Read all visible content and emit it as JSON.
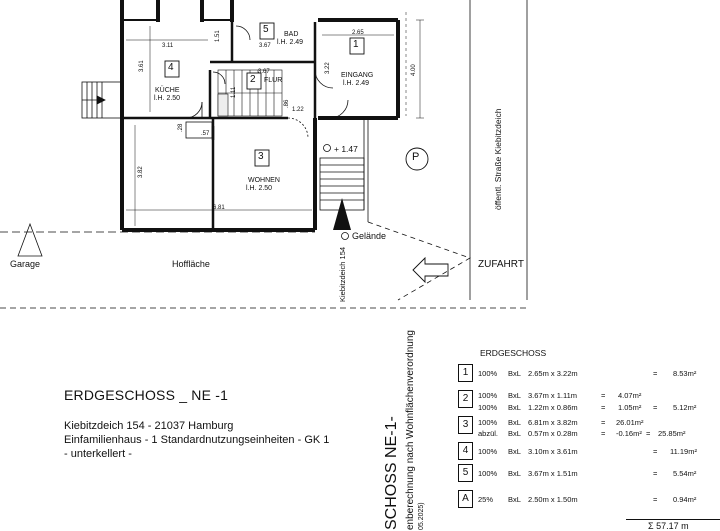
{
  "plan": {
    "rooms": [
      {
        "num": "1",
        "name": "EINGANG",
        "height": "l.H. 2.49"
      },
      {
        "num": "2",
        "name": "FLUR",
        "height": ""
      },
      {
        "num": "3",
        "name": "WOHNEN",
        "height": "l.H. 2.50"
      },
      {
        "num": "4",
        "name": "KÜCHE",
        "height": "l.H. 2.50"
      },
      {
        "num": "5",
        "name": "BAD",
        "height": "l.H. 2.49"
      }
    ],
    "dims": {
      "d311": "3.11",
      "d151": "1.51",
      "d367a": "3.67",
      "d265": "2.65",
      "d400": "4.00",
      "d361": "3.61",
      "d367b": "3.67",
      "d111": "1.11",
      "d122": "1.22",
      "d86": ".86",
      "d322": "3.22",
      "d28": ".28",
      "d57": ".57",
      "d382": "3.82",
      "d681": "6.81"
    },
    "level_top": "+ 1.47",
    "level_ground": "Gelände",
    "parking": "P",
    "garage": "Garage",
    "hofflaeche": "Hoffläche",
    "zufahrt": "ZUFAHRT",
    "street": "öffentl. Straße Kiebitzdeich",
    "house_label": "Kiebitzdeich 154"
  },
  "info": {
    "title": "ERDGESCHOSS _ NE -1",
    "line1": "Kiebitzdeich 154 - 21037 Hamburg",
    "line2": "Einfamilienhaus - 1 Standardnutzungseinheiten - GK 1",
    "line3": "- unterkellert -"
  },
  "vertical_text": {
    "big": "SCHOSS NE-1-",
    "mid": "enberechnung nach Wohnflächenverordnung",
    "small": "05.2025)"
  },
  "calc": {
    "header": "ERDGESCHOSS",
    "rows": [
      {
        "box": "1",
        "pct": "100%",
        "bxl": "BxL",
        "dims": "2.65m x 3.22m",
        "eq1": "",
        "v1": "",
        "eq2": "=",
        "total": "8.53m²"
      },
      {
        "box": "2",
        "pct": "100%",
        "bxl": "BxL",
        "dims": "3.67m x 1.11m",
        "eq1": "=",
        "v1": "4.07m²",
        "eq2": "",
        "total": ""
      },
      {
        "box": "",
        "pct": "100%",
        "bxl": "BxL",
        "dims": "1.22m x 0.86m",
        "eq1": "=",
        "v1": "1.05m²",
        "eq2": "=",
        "total": "5.12m²"
      },
      {
        "box": "3",
        "pct": "100%",
        "bxl": "BxL",
        "dims": "6.81m x 3.82m",
        "eq1": "=",
        "v1": "26.01m²",
        "eq2": "",
        "total": ""
      },
      {
        "box": "",
        "pct": "abzül.",
        "bxl": "BxL",
        "dims": "0.57m x 0.28m",
        "eq1": "=",
        "v1": "-0.16m²",
        "eq2": "=",
        "total": "25.85m²"
      },
      {
        "box": "4",
        "pct": "100%",
        "bxl": "BxL",
        "dims": "3.10m x 3.61m",
        "eq1": "",
        "v1": "",
        "eq2": "=",
        "total": "11.19m²"
      },
      {
        "box": "5",
        "pct": "100%",
        "bxl": "BxL",
        "dims": "3.67m x 1.51m",
        "eq1": "",
        "v1": "",
        "eq2": "=",
        "total": "5.54m²"
      },
      {
        "box": "A",
        "pct": "25%",
        "bxl": "BxL",
        "dims": "2.50m x 1.50m",
        "eq1": "",
        "v1": "",
        "eq2": "=",
        "total": "0.94m²"
      }
    ],
    "sum_fragment": "Σ 57.17 m"
  }
}
